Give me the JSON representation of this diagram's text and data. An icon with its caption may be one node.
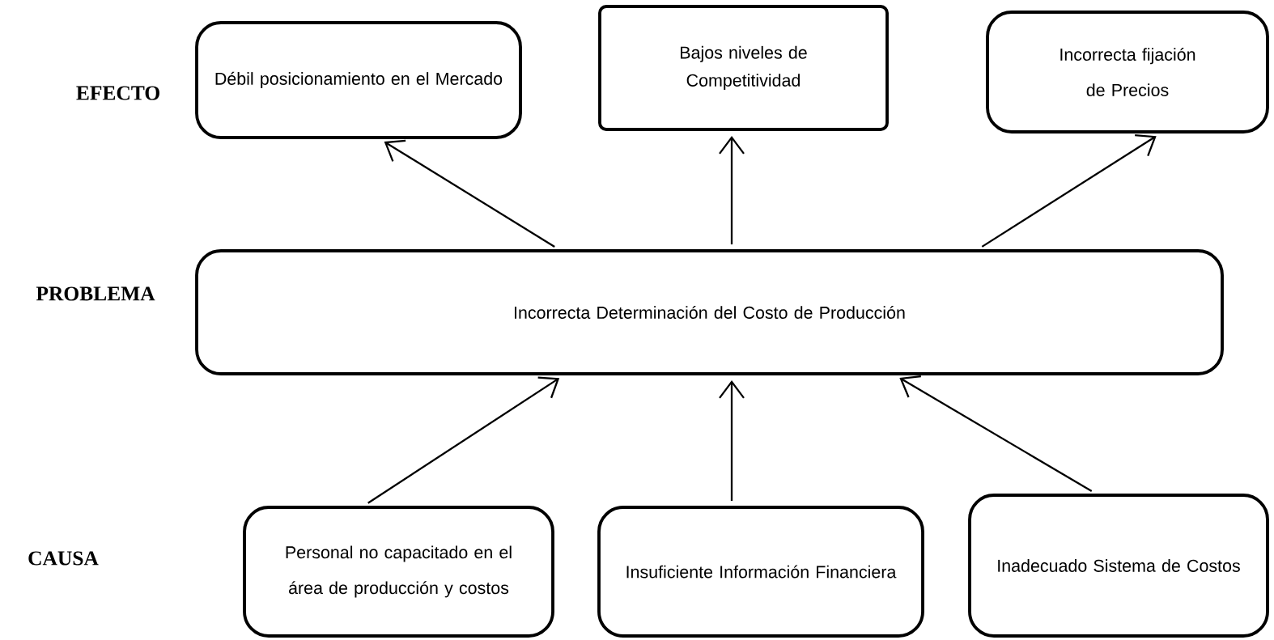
{
  "diagram": {
    "nodes": [
      {
        "text": [
          "Débil posicionamiento en el Mercado"
        ]
      },
      {
        "text": [
          "Bajos niveles de Competitividad"
        ]
      },
      {
        "text": [
          "Incorrecta fijación de Precios"
        ]
      },
      {
        "text": [
          "Incorrecta Determinación del Costo de Producción"
        ]
      },
      {
        "text": [
          "Personal no capacitado en el área de producción y costos"
        ]
      },
      {
        "text": [
          "Insuficiente Información Financiera"
        ]
      },
      {
        "text": [
          "Inadecuado Sistema de Costos"
        ]
      }
    ],
    "edges": [
      {
        "from": 3,
        "to": 0,
        "arrow": "to"
      },
      {
        "from": 3,
        "to": 1,
        "arrow": "to"
      },
      {
        "from": 3,
        "to": 2,
        "arrow": "to"
      },
      {
        "from": 4,
        "to": 3,
        "arrow": "to"
      },
      {
        "from": 5,
        "to": 3,
        "arrow": "to"
      },
      {
        "from": 6,
        "to": 3,
        "arrow": "to"
      }
    ],
    "labels": [
      "EFECTO",
      "PROBLEMA",
      "CAUSA"
    ]
  }
}
